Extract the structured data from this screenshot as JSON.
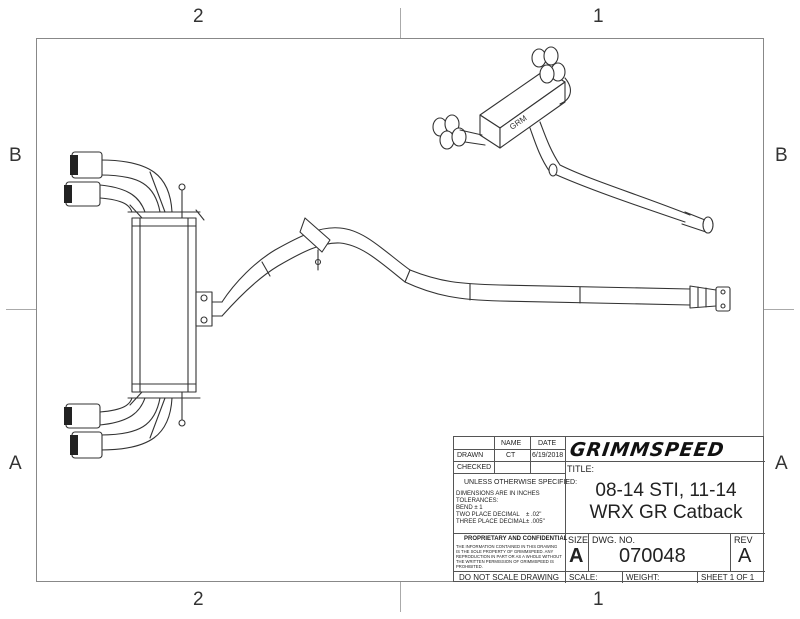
{
  "zones": {
    "top_left": "2",
    "top_right": "1",
    "bottom_left": "2",
    "bottom_right": "1",
    "left_upper": "B",
    "left_lower": "A",
    "right_upper": "B",
    "right_lower": "A"
  },
  "titleblock": {
    "name_header": "NAME",
    "date_header": "DATE",
    "drawn_label": "DRAWN",
    "drawn_name": "CT",
    "drawn_date": "6/19/2018",
    "checked_label": "CHECKED",
    "unless_text": "UNLESS OTHERWISE SPECIFIED:",
    "dims_text": "DIMENSIONS ARE IN INCHES",
    "tolerances_label": "TOLERANCES:",
    "bend_text": "BEND ± 1",
    "two_place": "TWO PLACE DECIMAL",
    "two_place_val": "± .02\"",
    "three_place": "THREE PLACE DECIMAL",
    "three_place_val": "± .005\"",
    "proprietary_heading": "PROPRIETARY AND CONFIDENTIAL",
    "proprietary_body": "THE INFORMATION CONTAINED IN THIS DRAWING IS THE SOLE PROPERTY OF GRIMMSPEED. ANY REPRODUCTION IN PART OR AS A WHOLE WITHOUT THE WRITTEN PERMISSION OF GRIMMSPEED IS PROHIBITED.",
    "no_scale": "DO NOT SCALE DRAWING",
    "logo": "GRIMMSPEED",
    "title_label": "TITLE:",
    "title_line1": "08-14 STI, 11-14",
    "title_line2": "WRX GR Catback",
    "size_label": "SIZE",
    "size_value": "A",
    "dwg_label": "DWG. NO.",
    "dwg_value": "070048",
    "rev_label": "REV",
    "rev_value": "A",
    "scale_label": "SCALE:",
    "weight_label": "WEIGHT:",
    "sheet_label": "SHEET 1 OF 1"
  },
  "iso_badge": "GRM"
}
